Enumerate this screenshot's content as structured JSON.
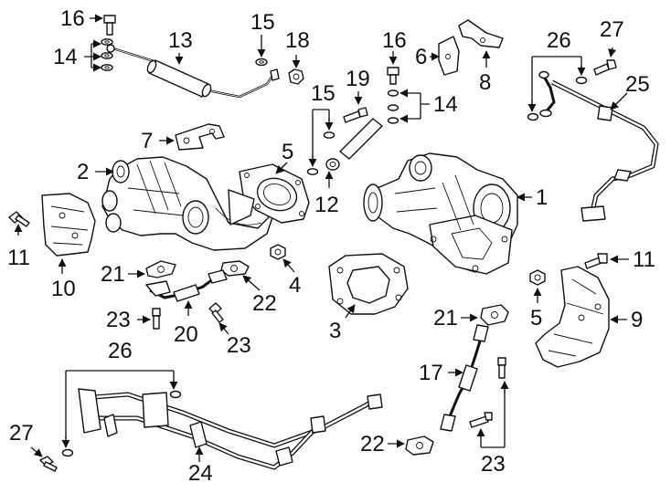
{
  "diagram": {
    "background": "#ffffff",
    "ink": "#111111",
    "callouts": [
      "1",
      "2",
      "3",
      "4",
      "5",
      "5",
      "6",
      "7",
      "8",
      "9",
      "10",
      "11",
      "11",
      "12",
      "13",
      "14",
      "14",
      "15",
      "15",
      "16",
      "16",
      "17",
      "18",
      "19",
      "20",
      "21",
      "21",
      "22",
      "22",
      "23",
      "23",
      "23",
      "24",
      "25",
      "26",
      "26",
      "27",
      "27"
    ]
  }
}
